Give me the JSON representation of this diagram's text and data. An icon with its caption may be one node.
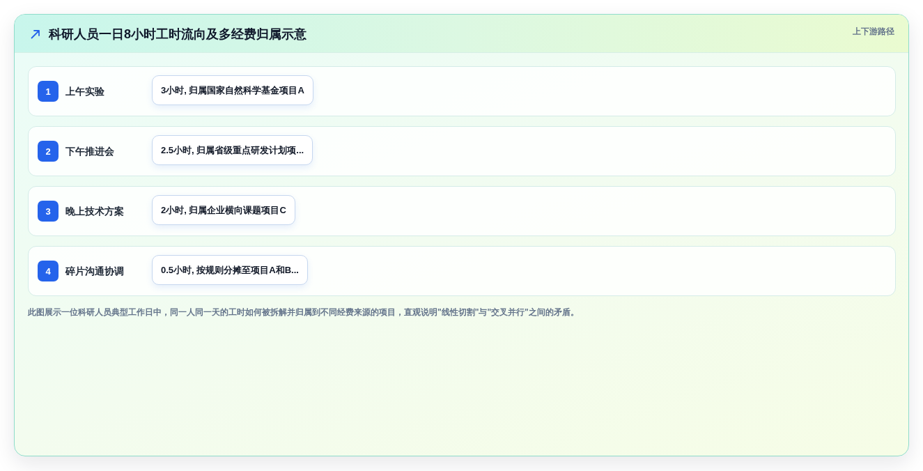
{
  "diagram": {
    "title": "科研人员一日8小时工时流向及多经费归属示意",
    "caption": "此图展示一位科研人员典型工作日中，同一人同一天的工时如何被拆解并归属到不同经费来源的项目，直观说明\"线性切割\"与\"交叉并行\"之间的矛盾。",
    "nodes": [
      {
        "text": [
          "上午实验"
        ]
      },
      {
        "text": [
          "1"
        ],
        "in": 0
      },
      {
        "text": [
          "3小时, 归属国家自然科学基金项目A"
        ],
        "in": 0
      },
      {
        "text": [
          "下午推进会"
        ]
      },
      {
        "text": [
          "2"
        ],
        "in": 3
      },
      {
        "text": [
          "2.5小时, 归属省级重点研发计划项..."
        ],
        "in": 3
      },
      {
        "text": [
          "晚上技术方案"
        ]
      },
      {
        "text": [
          "3"
        ],
        "in": 6
      },
      {
        "text": [
          "2小时, 归属企业横向课题项目C"
        ],
        "in": 6
      },
      {
        "text": [
          "碎片沟通协调"
        ]
      },
      {
        "text": [
          "4"
        ],
        "in": 9
      },
      {
        "text": [
          "0.5小时, 按规则分摊至项目A和B..."
        ],
        "in": 9
      }
    ],
    "labels": [
      "上下游路径"
    ]
  }
}
